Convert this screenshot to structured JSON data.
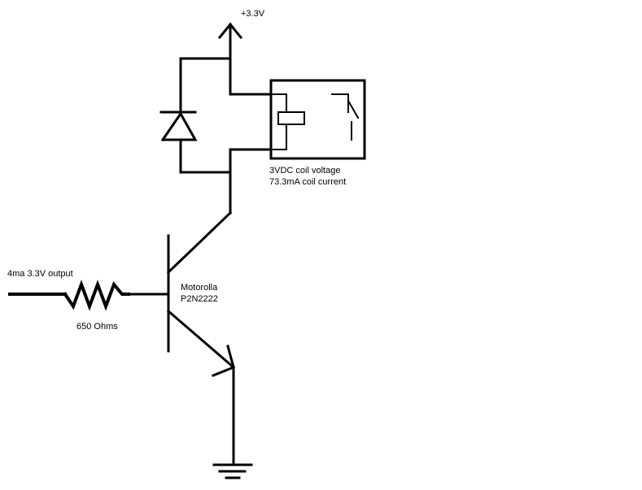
{
  "diagram": {
    "supply_label": "+3.3V",
    "relay": {
      "coil_voltage": "3VDC coil voltage",
      "coil_current": "73.3mA coil current"
    },
    "input_label": "4ma 3.3V output",
    "resistor_label": "650 Ohms",
    "transistor": {
      "manufacturer": "Motorolla",
      "part_number": "P2N2222"
    },
    "colors": {
      "ink": "#000000",
      "background": "#ffffff"
    }
  }
}
